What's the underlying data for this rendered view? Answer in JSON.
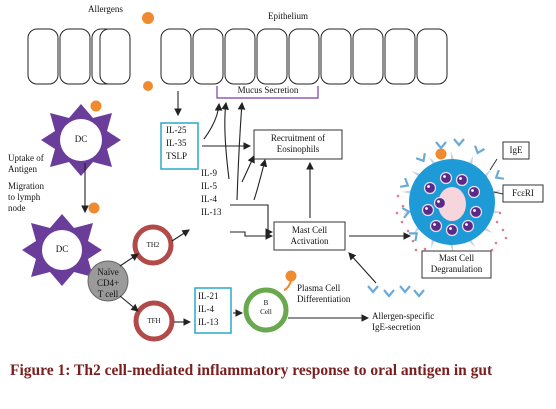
{
  "labels": {
    "allergens": "Allergens",
    "epithelium": "Epithelium",
    "mucus_secretion": "Mucus Secretion",
    "dc": "DC",
    "uptake_antigen": "Uptake of\nAntigen",
    "migration": "Migration\nto lymph\nnode",
    "cytokines_top": [
      "IL-25",
      "IL-35",
      "TSLP"
    ],
    "recruitment": "Recruitment of\nEosinophils",
    "cytokines_mid": [
      "IL-9",
      "IL-5",
      "IL-4",
      "IL-13"
    ],
    "mast_activation": "Mast Cell\nActivation",
    "th2": "TH2",
    "naive": "Naïve\nCD4+\nT cell",
    "tfh": "TFH",
    "cytokines_low": [
      "IL-21",
      "IL-4",
      "IL-13"
    ],
    "b_cell": "B\nCell",
    "plasma_diff": "Plasma Cell\nDifferentiation",
    "allergen_ige": "Allergen-specific\nIgE-secretion",
    "ige": "IgE",
    "fceri": "FcεRI",
    "degranulation": "Mast Cell\nDegranulation"
  },
  "caption": "Figure 1: Th2 cell-mediated inflammatory response to oral antigen in gut",
  "colors": {
    "allergen": "#f08a2e",
    "dc": "#6a3d9a",
    "cyan_box": "#2aa9c9",
    "mucus_bracket": "#7b3fa0",
    "naive": "#9a9a9a",
    "tcell_ring": "#b34a4a",
    "bcell_ring": "#6aa84f",
    "mast": "#1e9ad6",
    "granule": "#5b2a86",
    "caption": "#7a1f1f"
  }
}
